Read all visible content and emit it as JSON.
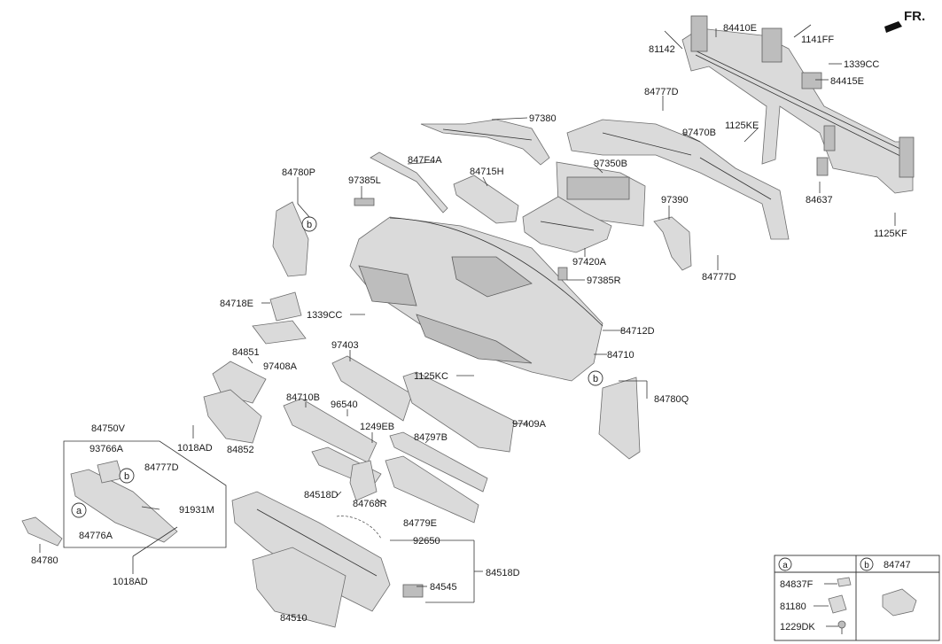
{
  "direction": "FR.",
  "parts": {
    "p84410E": "84410E",
    "p81142": "81142",
    "p1141FF": "1141FF",
    "p1339CC_top": "1339CC",
    "p84415E": "84415E",
    "p84777D_top": "84777D",
    "p97380": "97380",
    "p1125KE": "1125KE",
    "p97470B": "97470B",
    "p847F4A": "847F4A",
    "p84715H": "84715H",
    "p97350B": "97350B",
    "p84780P": "84780P",
    "p97385L": "97385L",
    "p97390": "97390",
    "p84637": "84637",
    "p1125KF": "1125KF",
    "p97420A": "97420A",
    "p84777D_mid": "84777D",
    "p97385R": "97385R",
    "p84718E": "84718E",
    "p1339CC_mid": "1339CC",
    "p84712D": "84712D",
    "p84710": "84710",
    "p84851": "84851",
    "p97408A": "97408A",
    "p97403": "97403",
    "p1125KC": "1125KC",
    "p84780Q": "84780Q",
    "p84710B": "84710B",
    "p96540": "96540",
    "p1018AD_mid": "1018AD",
    "p84852": "84852",
    "p97409A": "97409A",
    "p84750V": "84750V",
    "p1249EB": "1249EB",
    "p93766A": "93766A",
    "p84777D_low": "84777D",
    "p84797B": "84797B",
    "p91931M": "91931M",
    "p84518D_left": "84518D",
    "p84768R": "84768R",
    "p84776A": "84776A",
    "p84779E": "84779E",
    "p84780": "84780",
    "p92650": "92650",
    "p1018AD_low": "1018AD",
    "p84518D_right": "84518D",
    "p84545": "84545",
    "p84510": "84510"
  },
  "callouts": {
    "a": "a",
    "b": "b"
  },
  "legend": {
    "a_marker": "a",
    "b_marker": "b",
    "b_part": "84747",
    "a_items": [
      "84837F",
      "81180",
      "1229DK"
    ]
  }
}
